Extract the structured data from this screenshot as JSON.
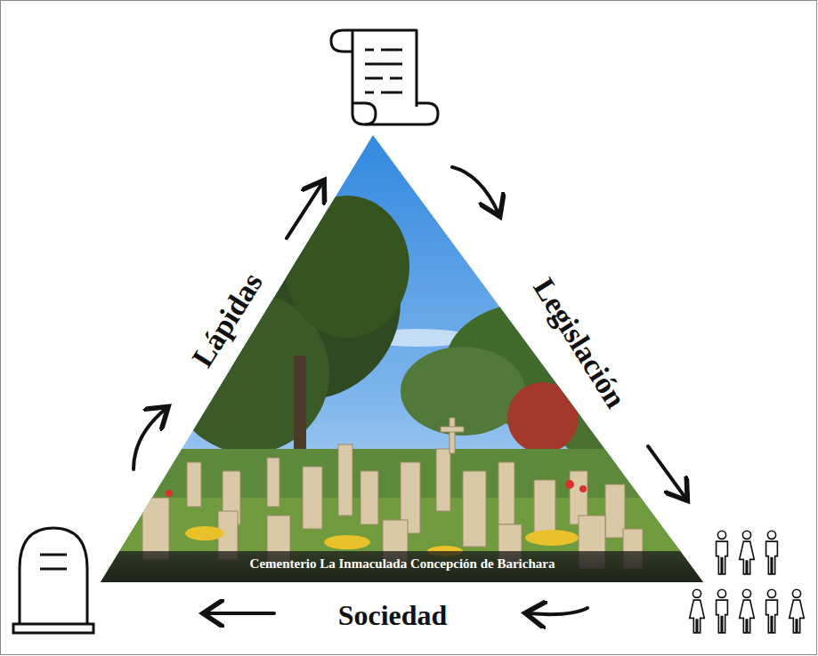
{
  "diagram": {
    "labels": [
      "Lápidas",
      "Legislación",
      "Sociedad",
      "Cementerio La Inmaculada Concepción de Barichara"
    ]
  }
}
